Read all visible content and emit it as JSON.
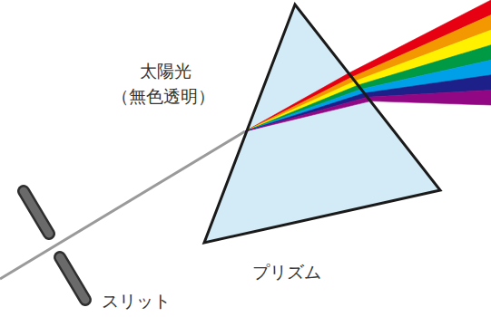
{
  "diagram": {
    "labels": [
      "太陽光",
      "（無色透明）",
      "プリズム",
      "スリット"
    ]
  }
}
